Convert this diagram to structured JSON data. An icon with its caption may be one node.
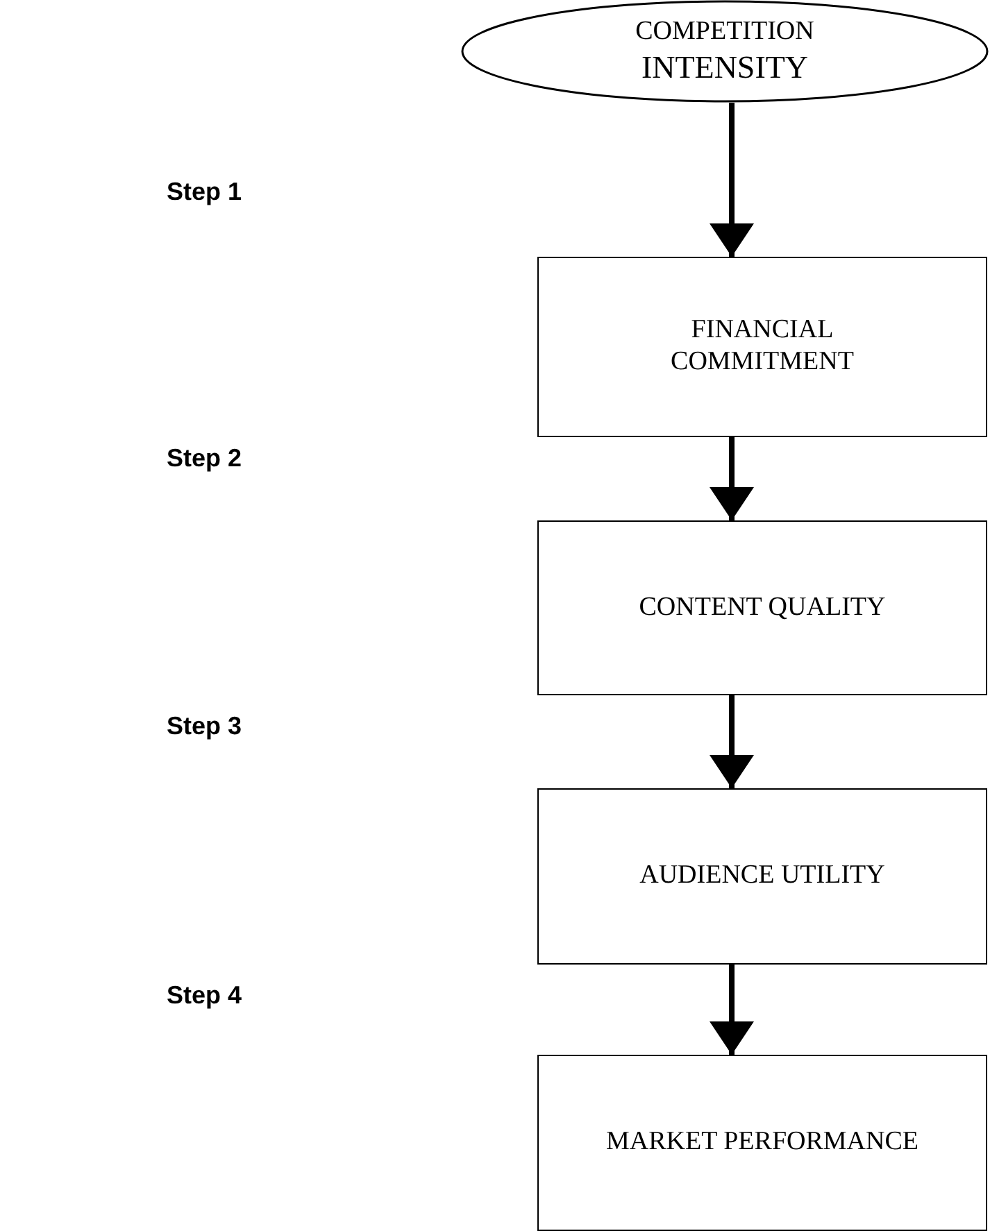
{
  "diagram": {
    "nodes": [
      {
        "text": [
          "COMPETITION",
          "INTENSITY"
        ]
      },
      {
        "text": [
          "FINANCIAL COMMITMENT"
        ]
      },
      {
        "text": [
          "CONTENT QUALITY"
        ]
      },
      {
        "text": [
          "AUDIENCE UTILITY"
        ]
      },
      {
        "text": [
          "MARKET PERFORMANCE"
        ]
      }
    ],
    "edges": [
      {
        "from": 0,
        "to": 1,
        "arrow": "to"
      },
      {
        "from": 1,
        "to": 2,
        "arrow": "to"
      },
      {
        "from": 2,
        "to": 3,
        "arrow": "to"
      },
      {
        "from": 3,
        "to": 4,
        "arrow": "to"
      }
    ],
    "labels": [
      "Step 1",
      "Step 2",
      "Step 3",
      "Step 4"
    ]
  }
}
